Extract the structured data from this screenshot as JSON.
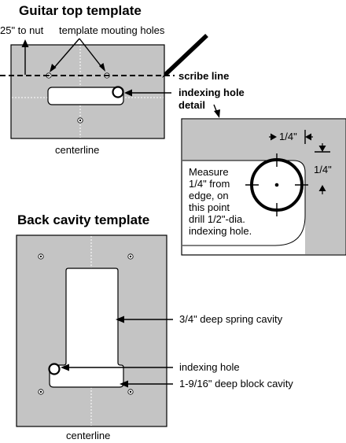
{
  "guitar_top": {
    "title": "Guitar top template",
    "nut_label": "25\" to nut",
    "holes_label": "template mouting holes",
    "scribe_label": "scribe line",
    "indexing_label_line1": "indexing hole",
    "indexing_label_line2": "detail",
    "centerline_label": "centerline"
  },
  "detail": {
    "dim_top": "1/4\"",
    "dim_right": "1/4\"",
    "text_lines": [
      "Measure",
      "1/4\" from",
      "edge, on",
      "this point",
      "drill 1/2\"-dia.",
      "indexing hole."
    ]
  },
  "back_cavity": {
    "title": "Back cavity template",
    "spring_label": "3/4\" deep spring cavity",
    "indexing_label": "indexing hole",
    "block_label": "1-9/16\" deep block cavity",
    "centerline_label": "centerline"
  },
  "colors": {
    "template_gray": "#c4c4c4",
    "line": "#000000",
    "background": "#ffffff"
  }
}
